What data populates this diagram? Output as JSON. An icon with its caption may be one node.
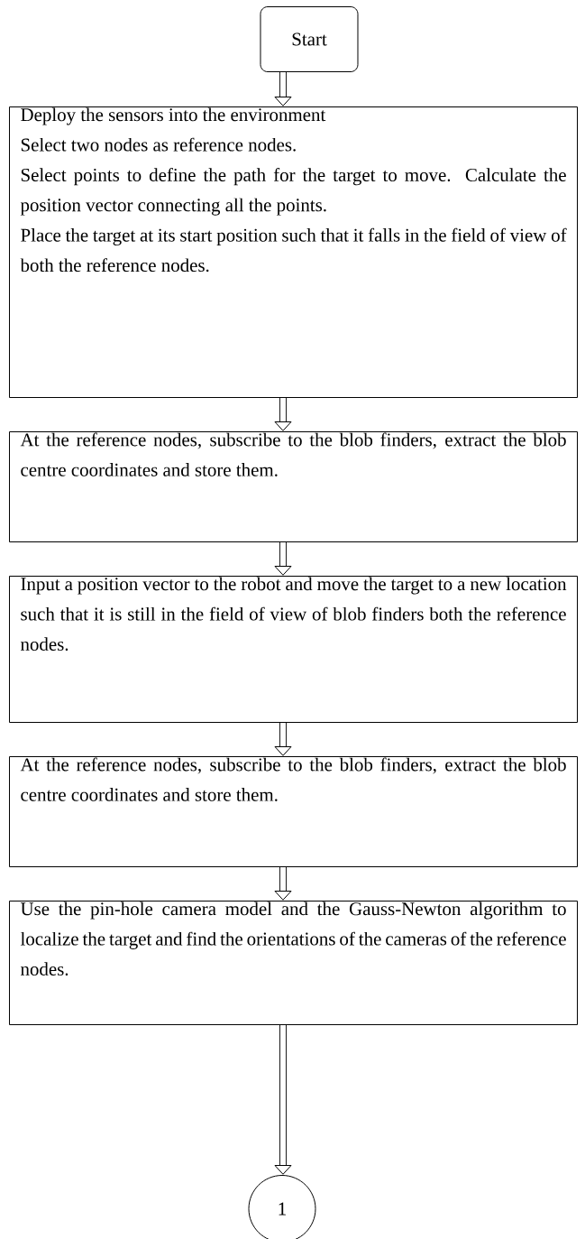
{
  "diagram": {
    "nodes": [
      {
        "text": [
          "Start"
        ]
      },
      {
        "text": [
          "Deploy the sensors into the environment",
          "Select two nodes as reference nodes.",
          "Select points to define the path for the target to move. Calculate the position vector connecting all the points.",
          "Place the target at its start position such that it falls in the field of view of both the reference nodes."
        ]
      },
      {
        "text": [
          "At the reference nodes, subscribe to the blob finders, extract the blob centre coordinates and store them."
        ]
      },
      {
        "text": [
          "Input a position vector to the robot and move the target to a new location such that it is still in the field of view of blob finders both the reference nodes."
        ]
      },
      {
        "text": [
          "At the reference nodes, subscribe to the blob finders, extract the blob centre coordinates and store them."
        ]
      },
      {
        "text": [
          "Use the pin-hole camera model and the Gauss-Newton algorithm to localize the target and find the orientations of the cameras of the reference nodes."
        ]
      },
      {
        "text": [
          "1"
        ]
      }
    ],
    "edges": [
      {
        "from": 0,
        "to": 1,
        "arrow": "to"
      },
      {
        "from": 1,
        "to": 2,
        "arrow": "to"
      },
      {
        "from": 2,
        "to": 3,
        "arrow": "to"
      },
      {
        "from": 3,
        "to": 4,
        "arrow": "to"
      },
      {
        "from": 4,
        "to": 5,
        "arrow": "to"
      },
      {
        "from": 5,
        "to": 6,
        "arrow": "to"
      }
    ]
  }
}
